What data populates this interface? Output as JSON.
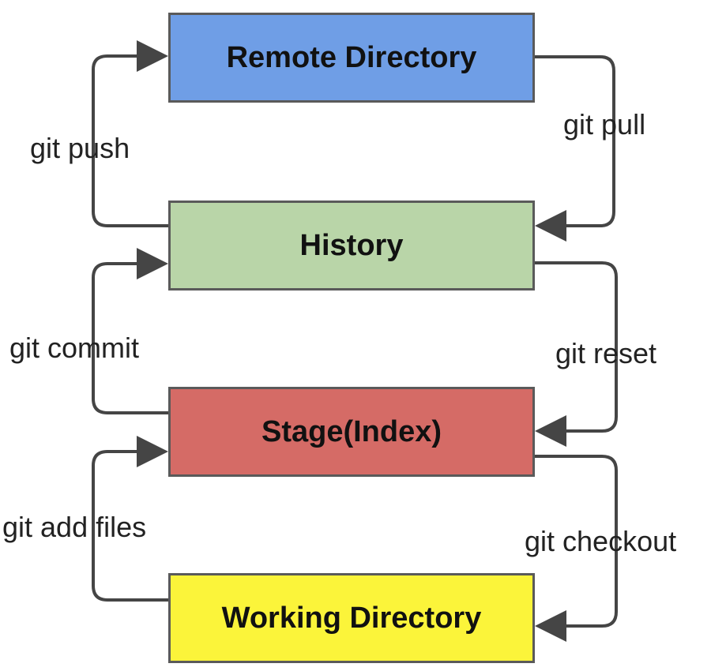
{
  "diagram": {
    "nodes": {
      "remote": "Remote Directory",
      "history": "History",
      "stage": "Stage(Index)",
      "working": "Working Directory"
    },
    "commands": {
      "push": "git push",
      "pull": "git pull",
      "commit": "git commit",
      "reset": "git reset",
      "add": "git add files",
      "checkout": "git checkout"
    },
    "edges": [
      {
        "command": "push",
        "from": "history",
        "to": "remote"
      },
      {
        "command": "pull",
        "from": "remote",
        "to": "history"
      },
      {
        "command": "commit",
        "from": "stage",
        "to": "history"
      },
      {
        "command": "reset",
        "from": "history",
        "to": "stage"
      },
      {
        "command": "add",
        "from": "working",
        "to": "stage"
      },
      {
        "command": "checkout",
        "from": "stage",
        "to": "working"
      }
    ],
    "colors": {
      "remote": "#6f9ee6",
      "history": "#b9d5a8",
      "stage": "#d56b66",
      "working": "#fbf43a",
      "connector": "#454545"
    }
  }
}
